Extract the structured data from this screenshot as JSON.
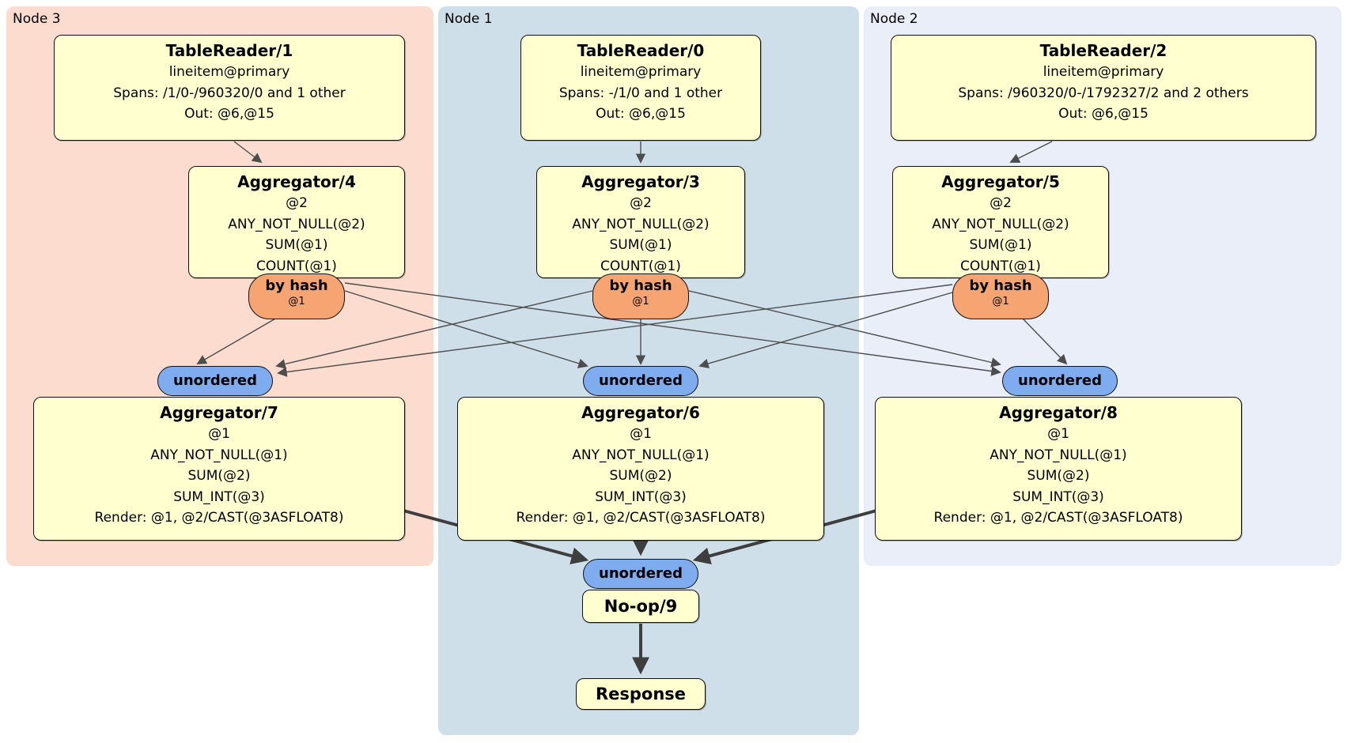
{
  "regions": [
    {
      "label": "Node 3"
    },
    {
      "label": "Node 1"
    },
    {
      "label": "Node 2"
    }
  ],
  "nodes": {
    "tablereader1": {
      "title": "TableReader/1",
      "lines": [
        "lineitem@primary",
        "Spans: /1/0-/960320/0 and 1 other",
        "Out: @6,@15"
      ]
    },
    "tablereader0": {
      "title": "TableReader/0",
      "lines": [
        "lineitem@primary",
        "Spans: -/1/0 and 1 other",
        "Out: @6,@15"
      ]
    },
    "tablereader2": {
      "title": "TableReader/2",
      "lines": [
        "lineitem@primary",
        "Spans: /960320/0-/1792327/2 and 2 others",
        "Out: @6,@15"
      ]
    },
    "aggregator4": {
      "title": "Aggregator/4",
      "lines": [
        "@2",
        "ANY_NOT_NULL(@2)",
        "SUM(@1)",
        "COUNT(@1)"
      ]
    },
    "aggregator3": {
      "title": "Aggregator/3",
      "lines": [
        "@2",
        "ANY_NOT_NULL(@2)",
        "SUM(@1)",
        "COUNT(@1)"
      ]
    },
    "aggregator5": {
      "title": "Aggregator/5",
      "lines": [
        "@2",
        "ANY_NOT_NULL(@2)",
        "SUM(@1)",
        "COUNT(@1)"
      ]
    },
    "aggregator7": {
      "title": "Aggregator/7",
      "lines": [
        "@1",
        "ANY_NOT_NULL(@1)",
        "SUM(@2)",
        "SUM_INT(@3)",
        "Render: @1, @2/CAST(@3ASFLOAT8)"
      ]
    },
    "aggregator6": {
      "title": "Aggregator/6",
      "lines": [
        "@1",
        "ANY_NOT_NULL(@1)",
        "SUM(@2)",
        "SUM_INT(@3)",
        "Render: @1, @2/CAST(@3ASFLOAT8)"
      ]
    },
    "aggregator8": {
      "title": "Aggregator/8",
      "lines": [
        "@1",
        "ANY_NOT_NULL(@1)",
        "SUM(@2)",
        "SUM_INT(@3)",
        "Render: @1, @2/CAST(@3ASFLOAT8)"
      ]
    },
    "noop": {
      "title": "No-op/9"
    },
    "response": {
      "title": "Response"
    }
  },
  "router": {
    "label": "by hash",
    "sub": "@1"
  },
  "stream": {
    "label": "unordered"
  },
  "colors": {
    "node_fill": "#ffffcf",
    "router_fill": "#f6a472",
    "stream_fill": "#7fabef",
    "region_node3": "#fbdcce",
    "region_node1": "#cfdfe9",
    "region_node2": "#e9eef8",
    "edge_thin": "#4d4d4d",
    "edge_heavy": "#3e3e3e"
  }
}
